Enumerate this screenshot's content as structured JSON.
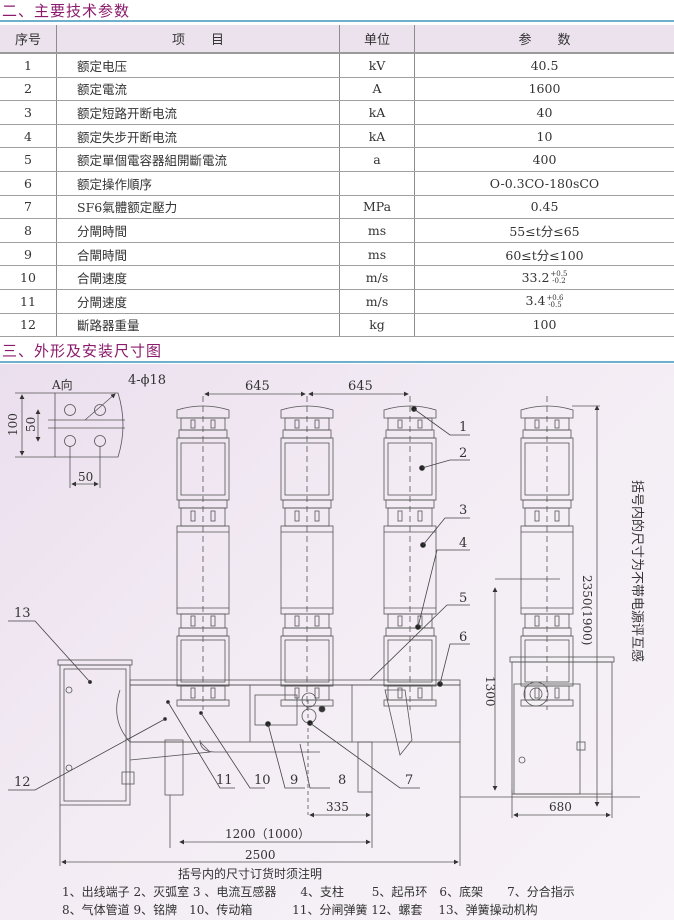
{
  "section2": {
    "title": "二、主要技术参数",
    "headers": {
      "no": "序号",
      "item": "项　　目",
      "unit": "单位",
      "value": "参　　数"
    },
    "rows": [
      {
        "no": "1",
        "item": "额定电压",
        "unit": "kV",
        "value": "40.5"
      },
      {
        "no": "2",
        "item": "额定電流",
        "unit": "A",
        "value": "1600"
      },
      {
        "no": "3",
        "item": "额定短路开断电流",
        "unit": "kA",
        "value": "40"
      },
      {
        "no": "4",
        "item": "额定失步开断电流",
        "unit": "kA",
        "value": "10"
      },
      {
        "no": "5",
        "item": "额定單個電容器組開斷電流",
        "unit": "a",
        "value": "400"
      },
      {
        "no": "6",
        "item": "额定操作順序",
        "unit": "",
        "value": "O-0.3CO-180sCO"
      },
      {
        "no": "7",
        "item": "SF6氣體额定壓力",
        "unit": "MPa",
        "value": "0.45"
      },
      {
        "no": "8",
        "item": "分閘時間",
        "unit": "ms",
        "value": "55≤t分≤65"
      },
      {
        "no": "9",
        "item": "合閘時間",
        "unit": "ms",
        "value": "60≤t分≤100"
      },
      {
        "no": "10",
        "item": "合閘速度",
        "unit": "m/s",
        "value": "33.2",
        "tol_plus": "+0.5",
        "tol_minus": "-0.2"
      },
      {
        "no": "11",
        "item": "分閘速度",
        "unit": "m/s",
        "value": "3.4",
        "tol_plus": "+0.6",
        "tol_minus": "-0.5"
      },
      {
        "no": "12",
        "item": "斷路器重量",
        "unit": "kg",
        "value": "100"
      }
    ]
  },
  "section3": {
    "title": "三、外形及安装尺寸图",
    "view_a": {
      "label": "A向",
      "holes": "4-ϕ18",
      "dim_100": "100",
      "dim_50_v": "50",
      "dim_50_h": "50"
    },
    "dims": {
      "pole_pitch_1": "645",
      "pole_pitch_2": "645",
      "height_total": "2350(1900)",
      "height_frame": "1300",
      "side_width": "680",
      "d335": "335",
      "d1200": "1200（1000）",
      "d2500": "2500",
      "vertical_note": "括号内的尺寸为不带电源评互感"
    },
    "callouts": [
      "1",
      "2",
      "3",
      "4",
      "5",
      "6",
      "7",
      "8",
      "9",
      "10",
      "11",
      "12",
      "13"
    ],
    "note": "括号内的尺寸订货时须注明",
    "legend_line1": "1、出线端子 2、灭弧室 3 、电流互感器　　4、支柱　　 5、起吊环　6、底架　　7、分合指示",
    "legend_line2": "8、气体管道 9、铭牌　10、传动箱　　　 11、分闸弹簧 12、螺套　 13、弹簧操动机构"
  },
  "colors": {
    "title": "#8b1a6b",
    "rule": "#6fb0cc",
    "header_bg": "#ece2ee",
    "drawing_bg": "#efe6f1",
    "line": "#555555"
  }
}
